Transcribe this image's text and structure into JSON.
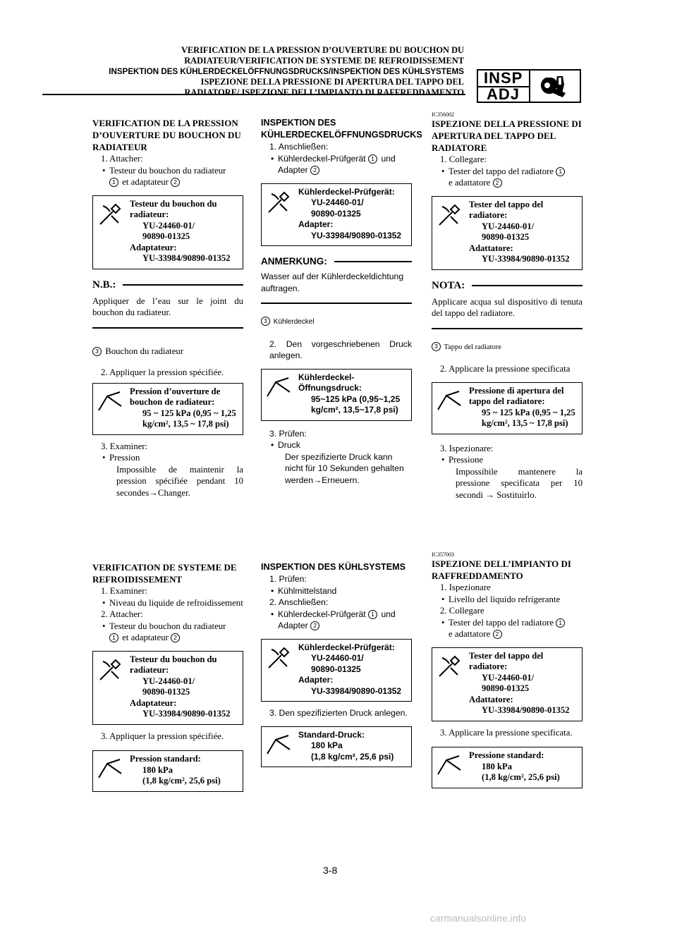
{
  "header": {
    "lines": [
      "VERIFICATION DE LA PRESSION D’OUVERTURE DU BOUCHON DU",
      "RADIATEUR/VERIFICATION DE SYSTEME DE REFROIDISSEMENT",
      "INSPEKTION DES KÜHLERDECKELÖFFNUNGSDRUCKS/INSPEKTION DES KÜHLSYSTEMS",
      "ISPEZIONE DELLA PRESSIONE DI APERTURA DEL TAPPO DEL",
      "RADIATORE/ ISPEZIONE DELL’IMPIANTO DI RAFFREDDAMENTO"
    ],
    "badge_top": "INSP",
    "badge_bottom": "ADJ",
    "badge_icon": "wrench-screwdriver-icon"
  },
  "icons": {
    "tool": "special-tool-icon",
    "pressure": "torque-pressure-icon"
  },
  "fr": {
    "s1": {
      "title": "VERIFICATION DE LA PRESSION D’OUVERTURE DU BOUCHON DU RADIATEUR",
      "step1": "1. Attacher:",
      "b1": "Testeur du bouchon du radiateur",
      "b1b": "et adaptateur",
      "tool": [
        "Testeur du bouchon du radiateur:",
        "YU-24460-01/",
        "90890-01325",
        "Adaptateur:",
        "YU-33984/90890-01352"
      ],
      "note_label": "N.B.:",
      "note": "Appliquer de l’eau sur le joint du bouchon du radiateur.",
      "cap_legend": "Bouchon du radiateur",
      "step2": "2. Appliquer la pression spécifiée.",
      "spec": [
        "Pression d’ouverture de bouchon de radiateur:",
        "95 ~ 125 kPa (0,95 ~ 1,25 kg/cm², 13,5 ~ 17,8 psi)"
      ],
      "step3": "3. Examiner:",
      "b3": "Pression",
      "b3t": "Impossible de maintenir la pression spécifiée pendant 10 secondes→Changer."
    },
    "s2": {
      "title": "VERIFICATION DE SYSTEME DE REFROIDISSEMENT",
      "step1": "1. Examiner:",
      "b1": "Niveau du liquide de refroidissement",
      "step2": "2. Attacher:",
      "b2": "Testeur du bouchon du radiateur",
      "b2b": "et adaptateur",
      "tool": [
        "Testeur du bouchon du radiateur:",
        "YU-24460-01/",
        "90890-01325",
        "Adaptateur:",
        "YU-33984/90890-01352"
      ],
      "step3": "3. Appliquer la pression spécifiée.",
      "spec": [
        "Pression standard:",
        "180 kPa",
        "(1,8 kg/cm², 25,6 psi)"
      ]
    }
  },
  "de": {
    "s1": {
      "title": "INSPEKTION DES KÜHLERDECKELÖFFNUNGSDRUCKS",
      "step1": "1. Anschließen:",
      "b1": "Kühlerdeckel-Prüfgerät",
      "b1und": "und",
      "b1b": "Adapter",
      "tool": [
        "Kühlerdeckel-Prüfgerät:",
        "YU-24460-01/",
        "90890-01325",
        "Adapter:",
        "YU-33984/90890-01352"
      ],
      "note_label": "ANMERKUNG:",
      "note": "Wasser auf der Kühlerdeckeldichtung auftragen.",
      "cap_legend": "Kühlerdeckel",
      "step2": "2. Den vorgeschriebenen Druck anlegen.",
      "spec": [
        "Kühlerdeckel-Öffnungsdruck:",
        "95~125 kPa (0,95~1,25 kg/cm², 13,5~17,8 psi)"
      ],
      "step3": "3. Prüfen:",
      "b3": "Druck",
      "b3t": "Der spezifizierte Druck kann nicht für 10 Sekunden gehalten werden→Erneuern."
    },
    "s2": {
      "title": "INSPEKTION DES KÜHLSYSTEMS",
      "step1": "1. Prüfen:",
      "b1": "Kühlmittelstand",
      "step2": "2. Anschließen:",
      "b2": "Kühlerdeckel-Prüfgerät",
      "b2und": "und",
      "b2b": "Adapter",
      "tool": [
        "Kühlerdeckel-Prüfgerät:",
        "YU-24460-01/",
        "90890-01325",
        "Adapter:",
        "YU-33984/90890-01352"
      ],
      "step3": "3. Den spezifizierten Druck anlegen.",
      "spec": [
        "Standard-Druck:",
        "180 kPa",
        "(1,8 kg/cm², 25,6 psi)"
      ]
    }
  },
  "it": {
    "s1": {
      "code": "IC356002",
      "title": "ISPEZIONE DELLA PRESSIONE DI APERTURA DEL TAPPO DEL RADIATORE",
      "step1": "1. Collegare:",
      "b1": "Tester del tappo del radiatore",
      "b1b": "e adattatore",
      "tool": [
        "Tester del tappo del radiatore:",
        "YU-24460-01/",
        "90890-01325",
        "Adattatore:",
        "YU-33984/90890-01352"
      ],
      "note_label": "NOTA:",
      "note": "Applicare acqua sul dispositivo di tenuta del tappo del radiatore.",
      "cap_legend": "Tappo del radiatore",
      "step2": "2. Applicare la pressione specificata",
      "spec": [
        "Pressione di apertura del tappo del radiatore:",
        "95 ~ 125 kPa (0,95 ~ 1,25 kg/cm², 13,5 ~ 17,8 psi)"
      ],
      "step3": "3. Ispezionare:",
      "b3": "Pressione",
      "b3t": "Impossibile mantenere la pressione specificata per 10 secondi → Sostituirlo."
    },
    "s2": {
      "code": "IC357003",
      "title": "ISPEZIONE DELL’IMPIANTO DI RAFFREDDAMENTO",
      "step1": "1. Ispezionare",
      "b1": "Livello del liquido refrigerante",
      "step2": "2. Collegare",
      "b2": "Tester del tappo del radiatore",
      "b2b": "e adattatore",
      "tool": [
        "Tester del tappo del radiatore:",
        "YU-24460-01/",
        "90890-01325",
        "Adattatore:",
        "YU-33984/90890-01352"
      ],
      "step3": "3. Applicare la pressione specificata.",
      "spec": [
        "Pressione standard:",
        "180 kPa",
        "(1,8 kg/cm², 25,6 psi)"
      ]
    }
  },
  "markers": {
    "one": "1",
    "two": "2",
    "three": "3"
  },
  "page_number": "3-8",
  "watermark": "carmanualsonline.info"
}
